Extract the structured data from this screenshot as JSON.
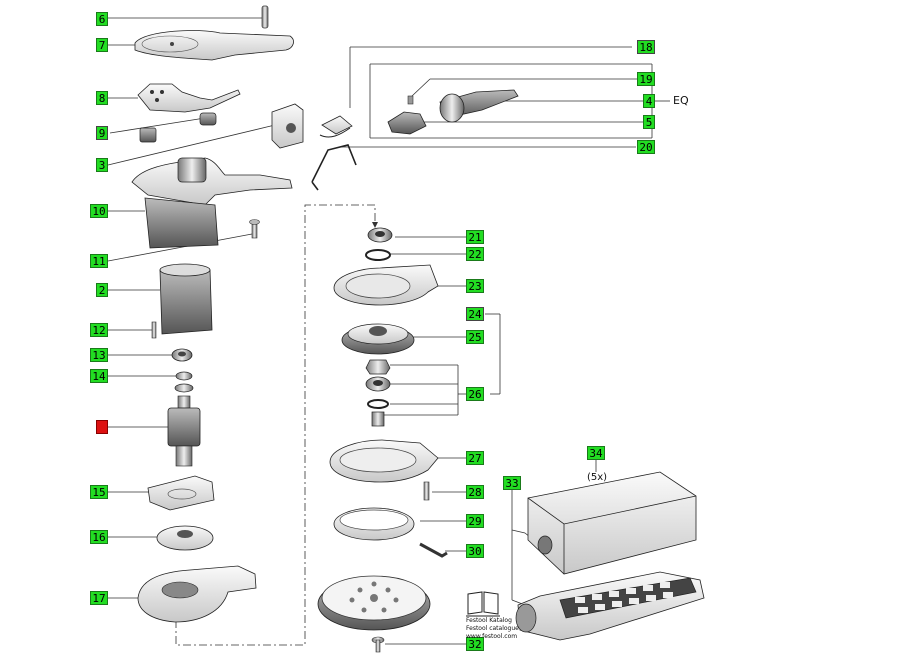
{
  "callouts": {
    "c6": "6",
    "c7": "7",
    "c8": "8",
    "c9": "9",
    "c3": "3",
    "c10": "10",
    "c11": "11",
    "c2": "2",
    "c12": "12",
    "c13": "13",
    "c14": "14",
    "c1": "",
    "c15": "15",
    "c16": "16",
    "c17": "17",
    "c18": "18",
    "c19": "19",
    "c4": "4",
    "c5": "5",
    "c20": "20",
    "c21": "21",
    "c22": "22",
    "c23": "23",
    "c24": "24",
    "c25": "25",
    "c26": "26",
    "c27": "27",
    "c28": "28",
    "c29": "29",
    "c30": "30",
    "c32": "32",
    "c33": "33",
    "c34": "34"
  },
  "annotations": {
    "eq": "EQ",
    "five_x": "(5x)",
    "manual_line1": "Festool Katalog",
    "manual_line2": "Festool catalogue",
    "manual_line3": "www.festool.com"
  },
  "colors": {
    "callout_fill": "#22dd22",
    "callout_highlight": "#dd1111",
    "line": "#333333"
  }
}
